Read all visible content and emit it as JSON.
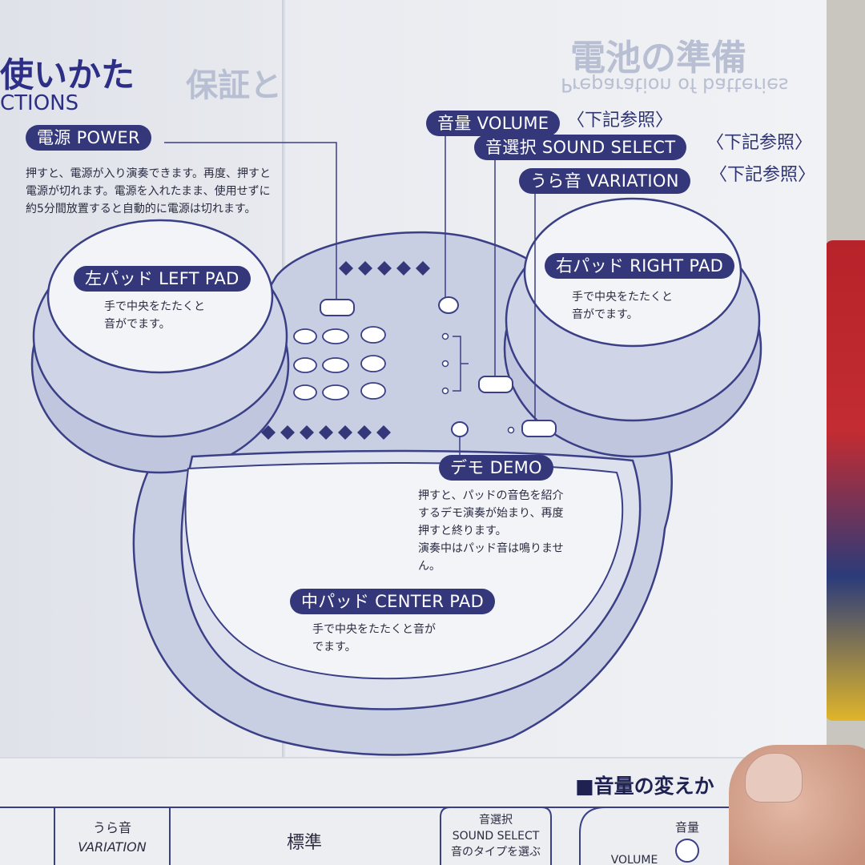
{
  "header": {
    "title_jp": "使いかた",
    "title_en": "CTIONS",
    "faint_title_left": "保証と",
    "faint_title_right": "電池の準備",
    "faint_subtitle_right": "Preparation of batteries"
  },
  "labels": {
    "power": "電源 POWER",
    "volume": "音量 VOLUME",
    "sound_select": "音選択 SOUND SELECT",
    "variation": "うら音 VARIATION",
    "left_pad": "左パッド LEFT PAD",
    "right_pad": "右パッド RIGHT PAD",
    "demo": "デモ DEMO",
    "center_pad": "中パッド CENTER PAD",
    "ref_note": "〈下記参照〉"
  },
  "descriptions": {
    "power": [
      "押すと、電源が入り演奏できます。再度、押すと",
      "電源が切れます。電源を入れたまま、使用せずに",
      "約5分間放置すると自動的に電源は切れます。"
    ],
    "left_pad": [
      "手で中央をたたくと",
      "音がでます。"
    ],
    "right_pad": [
      "手で中央をたたくと",
      "音がでます。"
    ],
    "demo": [
      "押すと、パッドの音色を紹介",
      "するデモ演奏が始まり、再度",
      "押すと終ります。",
      "演奏中はパッド音は鳴りませ",
      "ん。"
    ],
    "center_pad": [
      "手で中央をたたくと音が",
      "でます。"
    ]
  },
  "bottom": {
    "section_title": "■音量の変えか",
    "cell_variation_jp": "うら音",
    "cell_variation_en": "VARIATION",
    "cell_standard": "標準",
    "cell_sound_jp": "音選択",
    "cell_sound_en": "SOUND SELECT",
    "cell_sound_desc": "音のタイプを選ぶ",
    "cell_volume_jp": "音量",
    "cell_volume_en": "VOLUME"
  },
  "colors": {
    "ink": "#34387a",
    "paper": "#eef0f3",
    "device_fill": "#c9cfe3",
    "pad_top": "#f3f4f8"
  },
  "icons": [
    "pad-sound-icon"
  ]
}
